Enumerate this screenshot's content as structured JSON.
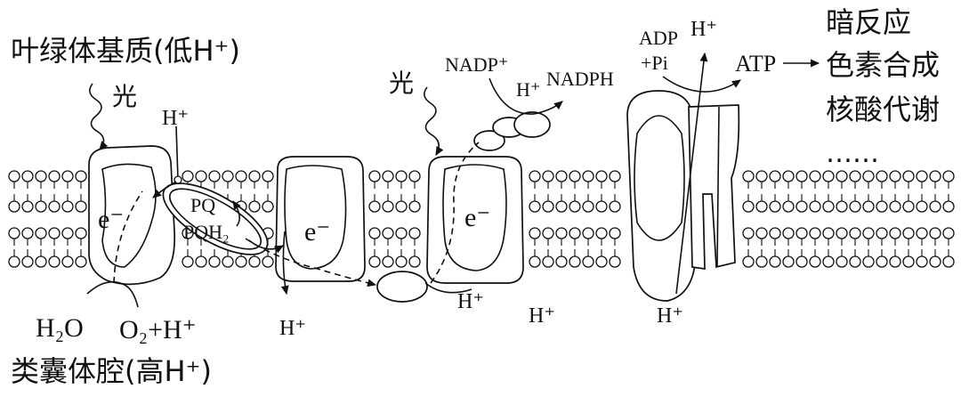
{
  "labels": {
    "stroma": "叶绿体基质(低H⁺)",
    "lumen": "类囊体腔(高H⁺)",
    "light1": "光",
    "light2": "光",
    "h_top_ps2": "H⁺",
    "pq": "PQ",
    "pqh2": "PQH₂",
    "e_ps2": "e⁻",
    "e_cyt": "e⁻",
    "e_ps1": "e⁻",
    "h2o": "H₂O",
    "o2_h": "O₂+H⁺",
    "h_bottom_cyt": "H⁺",
    "h_lumen_1": "H⁺",
    "h_lumen_2": "H⁺",
    "nadp": "NADP⁺",
    "h_nadp": "H⁺",
    "nadph": "NADPH",
    "adp": "ADP",
    "pi": "+Pi",
    "h_atp_top": "H⁺",
    "atp": "ATP",
    "h_atp_bottom": "H⁺",
    "dark_reaction": "暗反应",
    "pigment_synthesis": "色素合成",
    "nucleic_acid_metabolism": "核酸代谢",
    "ellipsis": "……"
  }
}
